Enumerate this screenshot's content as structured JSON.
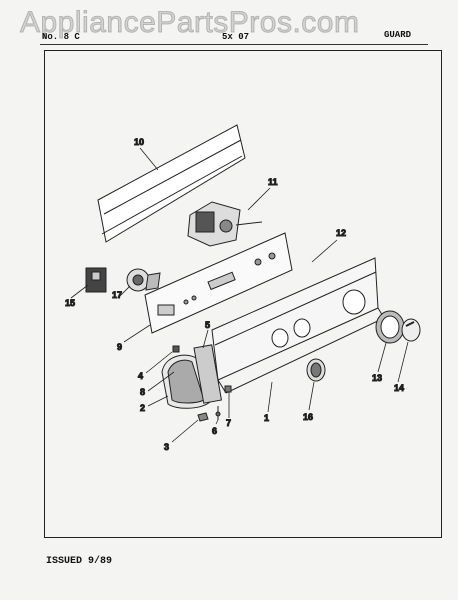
{
  "watermark": "AppliancePartsPros.com",
  "header": {
    "left": "No. 8 C",
    "mid": "5x 07",
    "right": "GUARD"
  },
  "footer": "ISSUED 9/89",
  "callouts": [
    {
      "id": "c10",
      "label": "10"
    },
    {
      "id": "c11",
      "label": "11"
    },
    {
      "id": "c12",
      "label": "12"
    },
    {
      "id": "c15",
      "label": "15"
    },
    {
      "id": "c17",
      "label": "17"
    },
    {
      "id": "c9",
      "label": "9"
    },
    {
      "id": "c5",
      "label": "5"
    },
    {
      "id": "c4",
      "label": "4"
    },
    {
      "id": "c8",
      "label": "8"
    },
    {
      "id": "c2",
      "label": "2"
    },
    {
      "id": "c3",
      "label": "3"
    },
    {
      "id": "c6",
      "label": "6"
    },
    {
      "id": "c7",
      "label": "7"
    },
    {
      "id": "c1",
      "label": "1"
    },
    {
      "id": "c16",
      "label": "16"
    },
    {
      "id": "c13",
      "label": "13"
    },
    {
      "id": "c14",
      "label": "14"
    }
  ]
}
